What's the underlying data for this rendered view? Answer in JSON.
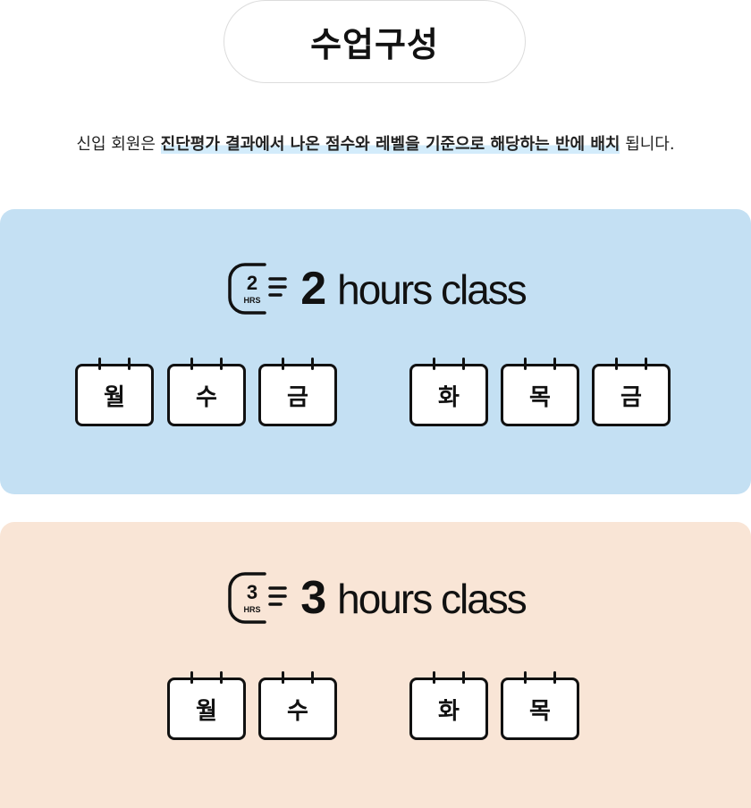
{
  "header": {
    "title": "수업구성",
    "subtitle_pre": "신입 회원은 ",
    "subtitle_highlight": "진단평가 결과에서 나온 점수와 레벨을 기준으로 해당하는 반에 배치",
    "subtitle_post": " 됩니다."
  },
  "classes": [
    {
      "icon_number": "2",
      "icon_unit": "HRS",
      "number": "2",
      "label": "hours class",
      "schedule_a": [
        "월",
        "수",
        "금"
      ],
      "schedule_b": [
        "화",
        "목",
        "금"
      ],
      "bg_color": "#c4e0f3"
    },
    {
      "icon_number": "3",
      "icon_unit": "HRS",
      "number": "3",
      "label": "hours class",
      "schedule_a": [
        "월",
        "수"
      ],
      "schedule_b": [
        "화",
        "목"
      ],
      "bg_color": "#f9e5d6"
    }
  ]
}
